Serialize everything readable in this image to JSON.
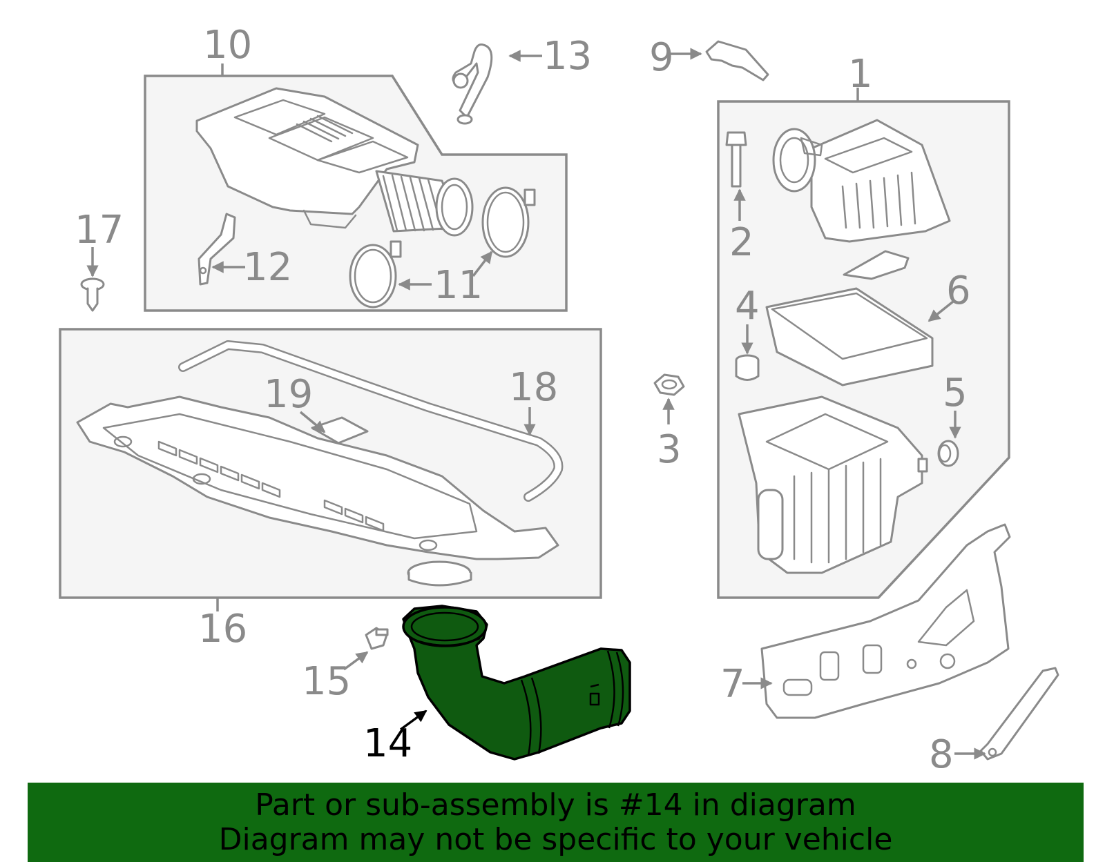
{
  "highlight_color": "#0f6a10",
  "callouts": {
    "c1": "1",
    "c2": "2",
    "c3": "3",
    "c4": "4",
    "c5": "5",
    "c6": "6",
    "c7": "7",
    "c8": "8",
    "c9": "9",
    "c10": "10",
    "c11": "11",
    "c12": "12",
    "c13": "13",
    "c14": "14",
    "c15": "15",
    "c16": "16",
    "c17": "17",
    "c18": "18",
    "c19": "19"
  },
  "banner": {
    "line1": "Part or sub-assembly is #14 in diagram",
    "line2": "Diagram may not be specific to your vehicle"
  }
}
